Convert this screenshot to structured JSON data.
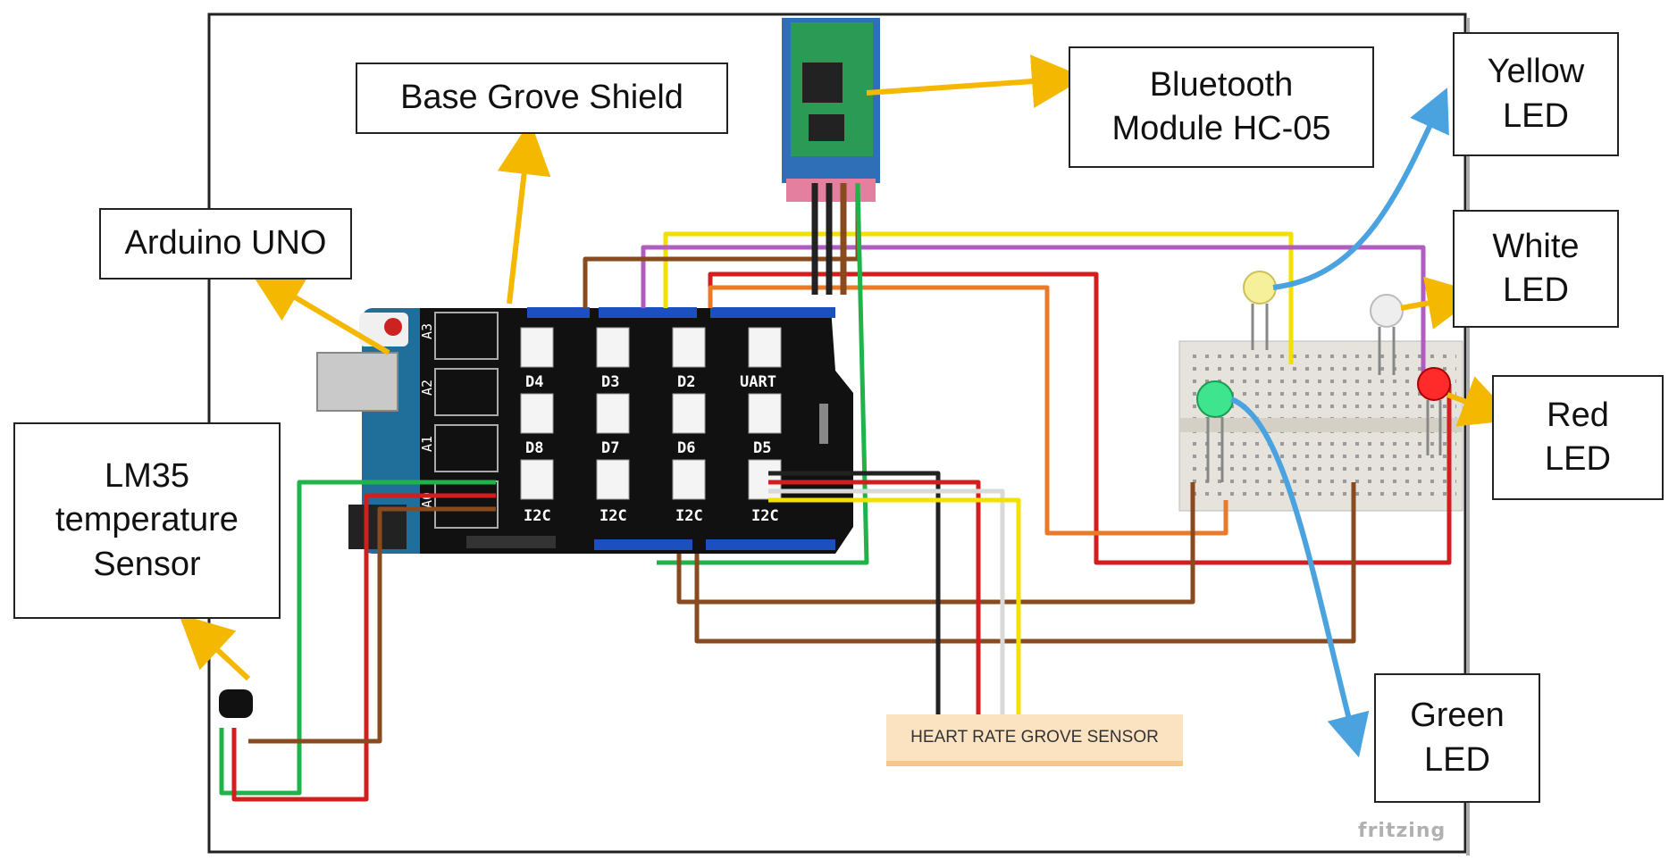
{
  "labels": {
    "arduino_uno": "Arduino UNO",
    "base_grove_shield": "Base Grove Shield",
    "bluetooth_module": "Bluetooth\nModule HC-05",
    "yellow_led": "Yellow\nLED",
    "white_led": "White\nLED",
    "red_led": "Red\nLED",
    "green_led": "Green\nLED",
    "lm35_sensor": "LM35\ntemperature\nSensor",
    "heart_rate_sensor": "HEART RATE GROVE SENSOR"
  },
  "shield_ports": {
    "analog": [
      "A3",
      "A2",
      "A1",
      "A0"
    ],
    "digital_row1": [
      "D4",
      "D3",
      "D2",
      "UART"
    ],
    "digital_row2": [
      "D8",
      "D7",
      "D6",
      "D5"
    ],
    "i2c_row": [
      "I2C",
      "I2C",
      "I2C",
      "I2C"
    ]
  },
  "watermark": "fritzing",
  "colors": {
    "pointer_arrow": "#f5b800",
    "led_arrow": "#4aa3df",
    "wire_red": "#d11f1f",
    "wire_green": "#1fb34a",
    "wire_yellow": "#f2e000",
    "wire_brown": "#8a4a1f",
    "wire_purple": "#b05cc0",
    "wire_orange": "#e87a2a",
    "wire_black": "#222222",
    "shield_body": "#111111",
    "arduino_body": "#1f6f9a",
    "breadboard": "#e6e3dc"
  }
}
